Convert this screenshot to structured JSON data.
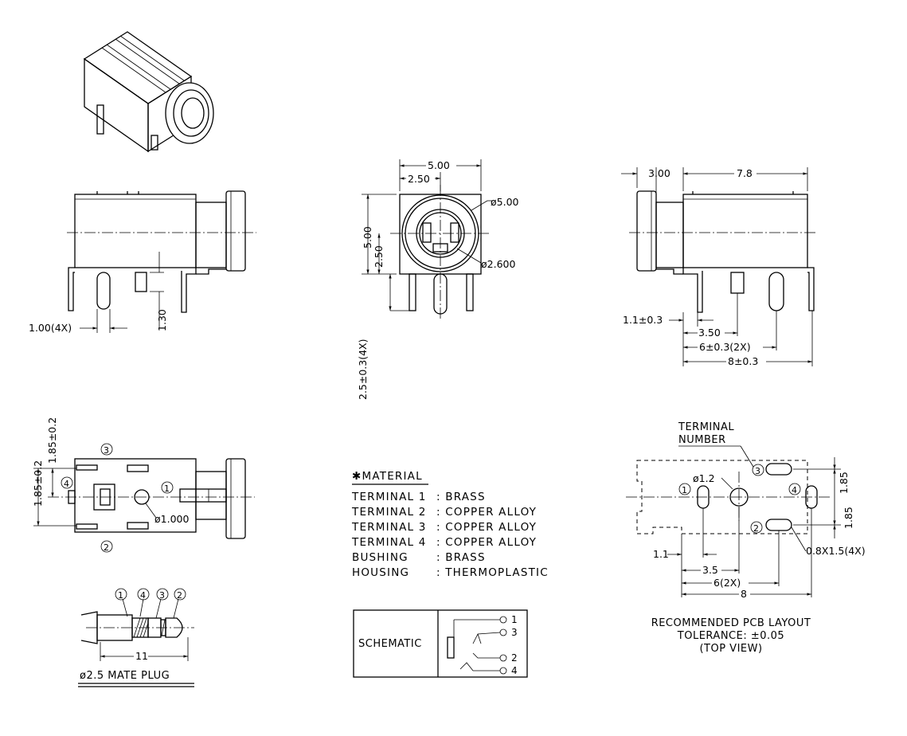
{
  "views": {
    "front": {
      "dims": {
        "width": "5.00",
        "half_width": "2.50",
        "height": "5.00",
        "half_height": "2.50",
        "outer_dia": "ø5.00",
        "inner_dia": "ø2.600",
        "pin_len": "2.5±0.3(4X)"
      }
    },
    "left_side": {
      "dims": {
        "pin_dia": "1.00(4X)",
        "pin_offset": "1.30"
      }
    },
    "right_side": {
      "dims": {
        "bushing": "3.00",
        "body": "7.8",
        "first_pin": "1.1±0.3",
        "pin_a": "3.50",
        "pin_b": "6±0.3(2X)",
        "pin_c": "8±0.3"
      }
    },
    "bottom": {
      "dims": {
        "offset_a": "1.85±0.2",
        "offset_b": "1.85±0.2",
        "hole": "ø1.000"
      },
      "terminals": [
        "1",
        "2",
        "3",
        "4"
      ]
    },
    "plug": {
      "caption": "ø2.5 MATE PLUG",
      "length": "11",
      "terminals": [
        "1",
        "4",
        "3",
        "2"
      ]
    },
    "pcb": {
      "terminal_label_1": "TERMINAL",
      "terminal_label_2": "NUMBER",
      "dims": {
        "hole": "ø1.2",
        "y1": "1.85",
        "y2": "1.85",
        "x1": "1.1",
        "x2": "3.5",
        "x3": "6(2X)",
        "x4": "8",
        "slot": "0.8X1.5(4X)"
      },
      "terminals": [
        "1",
        "2",
        "3",
        "4"
      ],
      "caption_1": "RECOMMENDED PCB LAYOUT",
      "caption_2": "TOLERANCE: ±0.05",
      "caption_3": "(TOP VIEW)"
    }
  },
  "material": {
    "title": "✱MATERIAL",
    "rows": [
      {
        "part": "TERMINAL 1",
        "value": ": BRASS"
      },
      {
        "part": "TERMINAL 2",
        "value": ": COPPER ALLOY"
      },
      {
        "part": "TERMINAL 3",
        "value": ": COPPER ALLOY"
      },
      {
        "part": "TERMINAL 4",
        "value": ": COPPER ALLOY"
      },
      {
        "part": "BUSHING",
        "value": ": BRASS"
      },
      {
        "part": "HOUSING",
        "value": ": THERMOPLASTIC"
      }
    ]
  },
  "schematic": {
    "label": "SCHEMATIC",
    "pins": [
      "1",
      "3",
      "2",
      "4"
    ]
  }
}
